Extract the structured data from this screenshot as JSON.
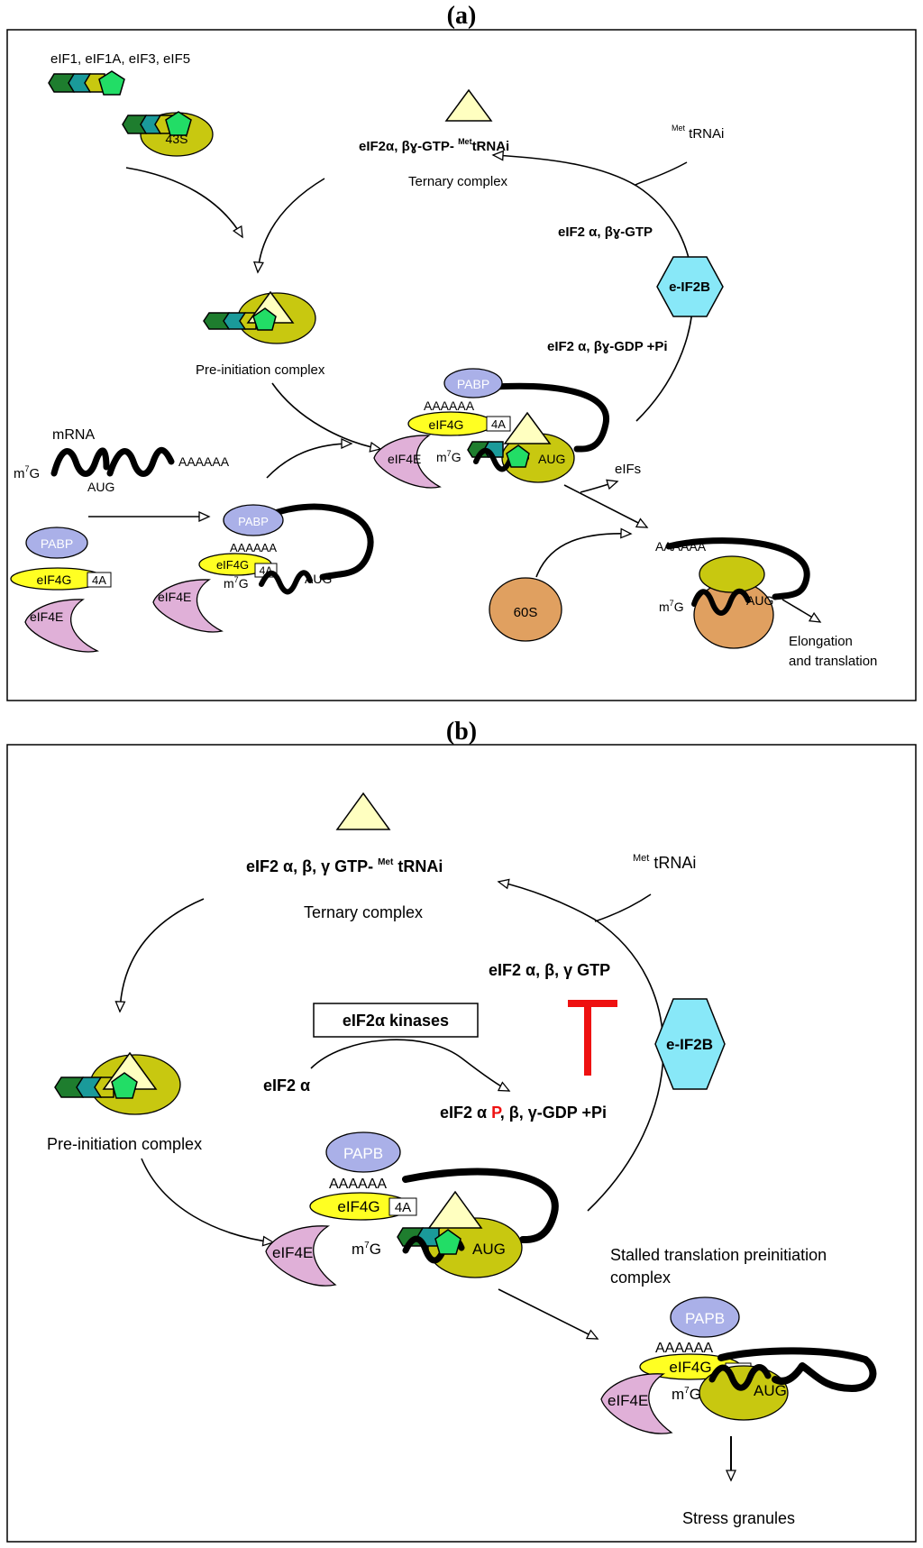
{
  "panel_a": {
    "label_open": "(",
    "label_letter": "a",
    "label_close": ")",
    "eif_factors": "eIF1, eIF1A, eIF3, eIF5",
    "s43": "43S",
    "ternary_formula": "eIF2α, βɣ-GTP- ",
    "ternary_met": "Met",
    "ternary_trna": "tRNAi",
    "ternary_label": "Ternary complex",
    "met_sup": "Met",
    "met_trna": " tRNAi",
    "gtp_label": "eIF2  α, βɣ-GTP",
    "eif2b": "e-IF2B",
    "gdp_label": "eIF2  α, βɣ-GDP  +Pi",
    "preinit_label": "Pre-initiation complex",
    "mrna": "mRNA",
    "m7g": "m",
    "sup7": "7",
    "g": "G",
    "aug": "AUG",
    "polya": "AAAAAA",
    "pabp": "PABP",
    "eif4g": "eIF4G",
    "f4a": "4A",
    "eif4e": "eIF4E",
    "eifs": "eIFs",
    "s60": "60S",
    "elong1": "Elongation",
    "elong2": "and translation"
  },
  "panel_b": {
    "label_open": "(",
    "label_letter": "b",
    "label_close": ")",
    "ternary_formula": "eIF2 α, β, γ GTP- ",
    "ternary_met": "Met",
    "ternary_trna": " tRNAi",
    "ternary_label": "Ternary complex",
    "met_sup": "Met",
    "met_trna": " tRNAi",
    "gtp_label": "eIF2  α, β, γ GTP",
    "eif2b": "e-IF2B",
    "kinases_box": "eIF2α  kinases",
    "eif2a": "eIF2 α",
    "p_prefix": "eIF2 α ",
    "p_red": "P",
    "p_suffix": ", β, γ-GDP +Pi",
    "preinit_label": "Pre-initiation complex",
    "papb": "PAPB",
    "polya": "AAAAAA",
    "eif4g": "eIF4G",
    "f4a": "4A",
    "eif4e": "eIF4E",
    "m7g": "m",
    "sup7": "7",
    "g": "G",
    "aug": "AUG",
    "stalled1": "Stalled translation preinitiation",
    "stalled2": "complex",
    "stress": "Stress granules"
  },
  "colors": {
    "triangle": "#ffffc0",
    "pentagon": "#22dd66",
    "dark_green": "#1e7d2e",
    "teal": "#1a9a9a",
    "olive": "#c8c810",
    "eif2b": "#88e8f8",
    "pabp": "#aab0e8",
    "eif4g": "#ffff22",
    "eif4e": "#e0b0d8",
    "s60": "#e0a060",
    "inhibit": "#ee1111"
  }
}
